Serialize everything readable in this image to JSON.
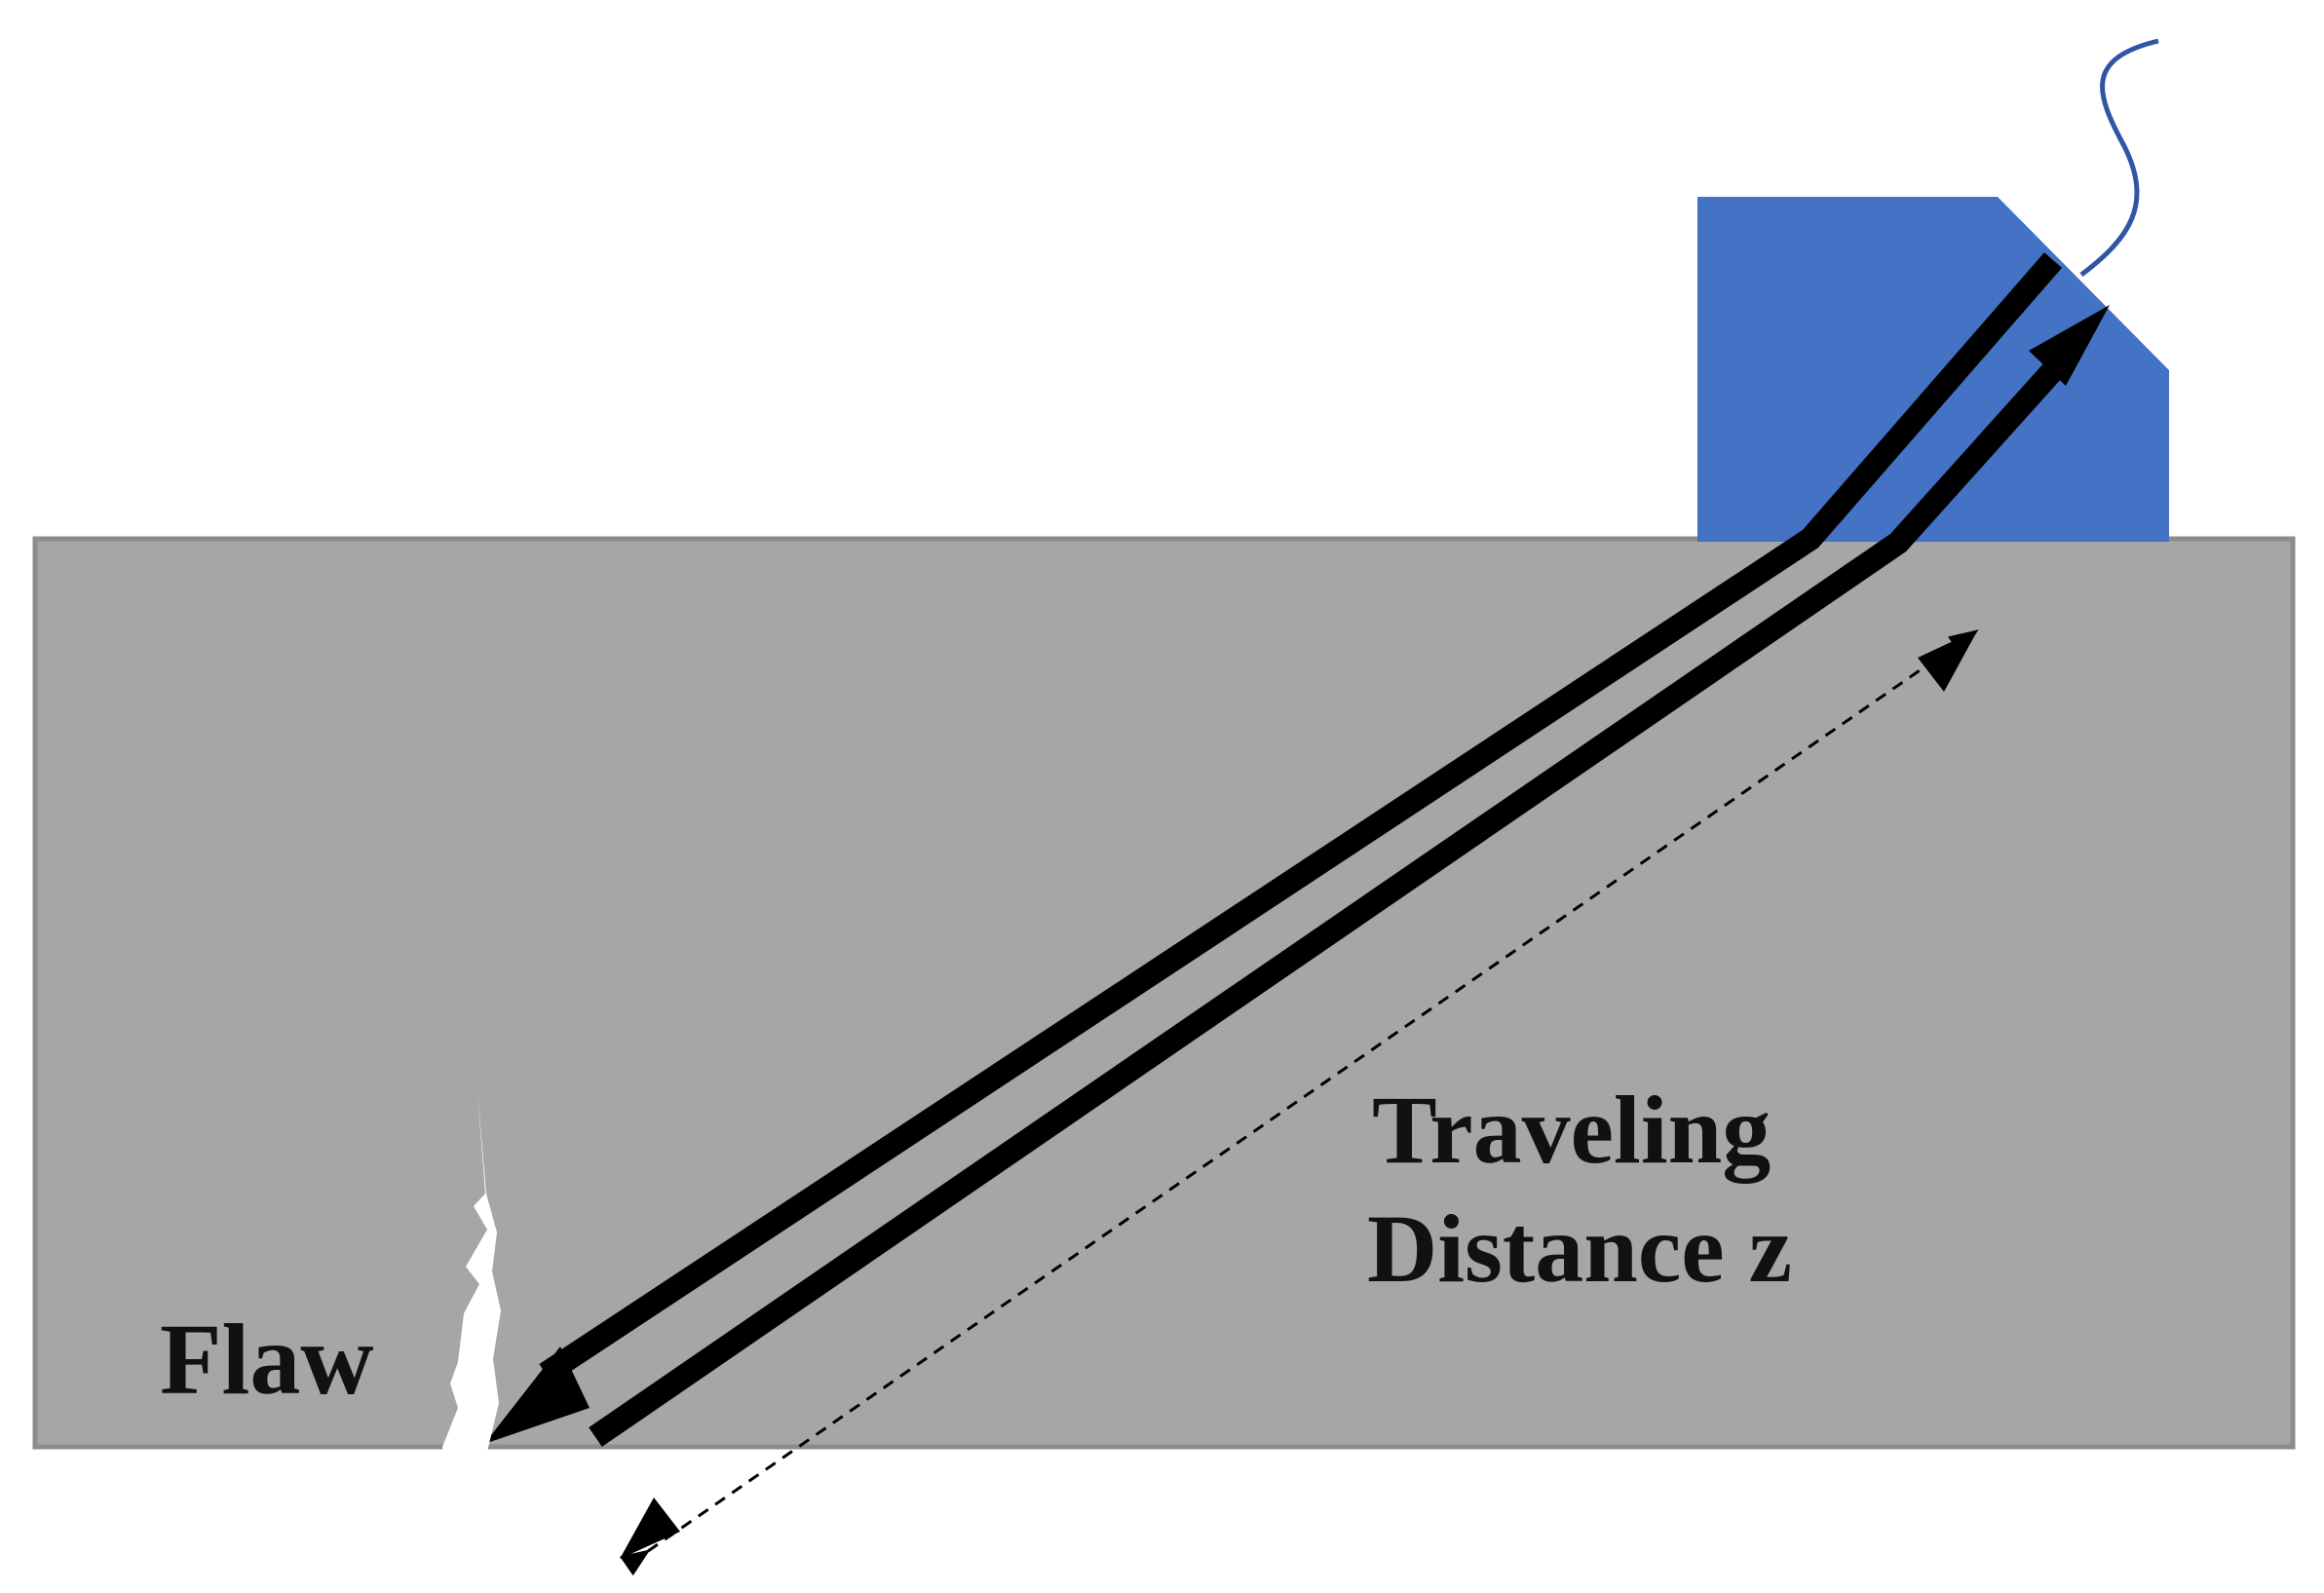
{
  "labels": {
    "flaw": "Flaw",
    "distance_line1": "Traveling",
    "distance_line2": "Distance z"
  },
  "colors": {
    "specimen_fill": "#a6a6a6",
    "specimen_border": "#8c8c8c",
    "probe_fill": "#4472c4",
    "cable": "#2f55a4",
    "beam": "#000000",
    "flaw": "#ffffff"
  }
}
